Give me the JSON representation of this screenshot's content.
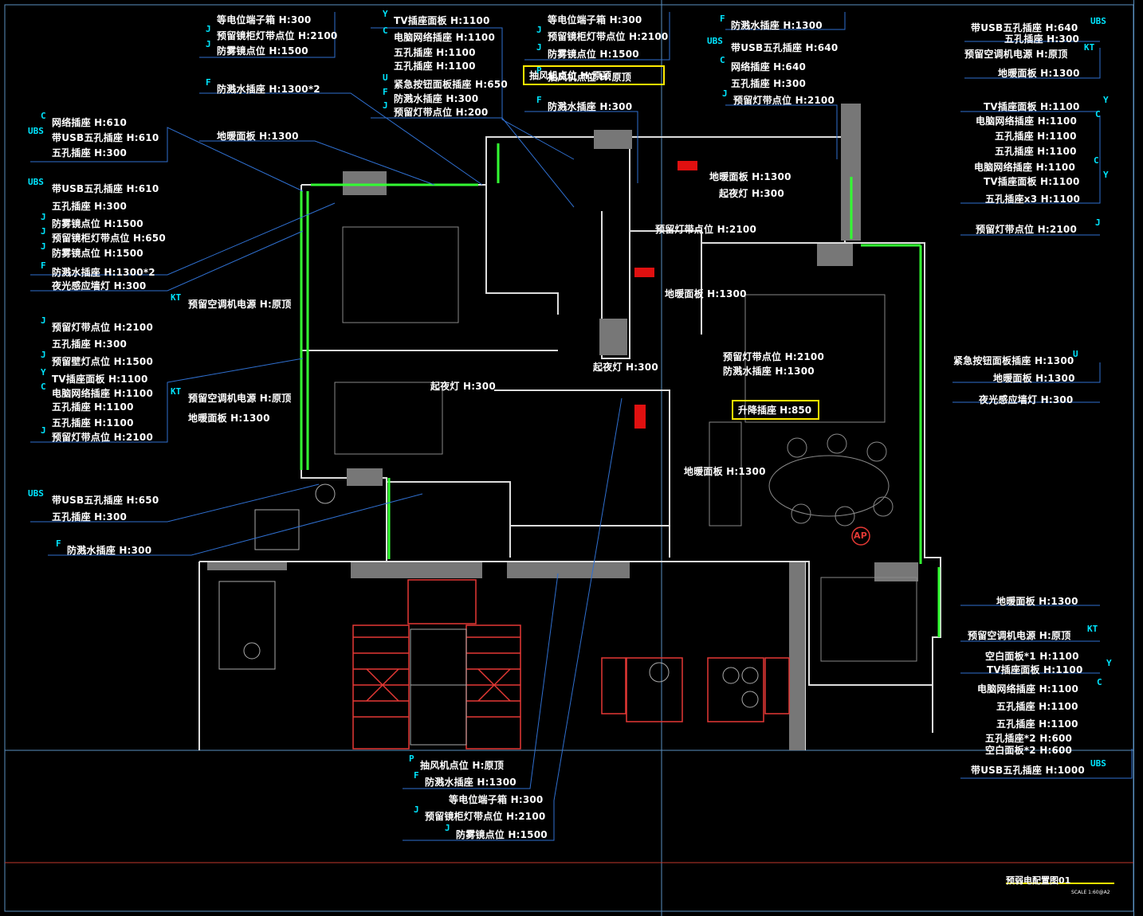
{
  "title": "预弱电配置图01",
  "scale": "SCALE 1:60@A2",
  "highlighted": [
    "抽风机点位 H:原顶",
    "升降插座 H:850"
  ],
  "ap_label": "AP",
  "labels_left": [
    {
      "sym": "",
      "text": "等电位端子箱 H:300"
    },
    {
      "sym": "J",
      "text": "预留镜柜灯带点位 H:2100"
    },
    {
      "sym": "J",
      "text": "防雾镜点位 H:1500"
    },
    {
      "sym": "F",
      "text": "防溅水插座 H:1300*2"
    },
    {
      "sym": "C",
      "text": "网络插座 H:610"
    },
    {
      "sym": "UBS",
      "text": "带USB五孔插座 H:610"
    },
    {
      "sym": "",
      "text": "五孔插座 H:300"
    },
    {
      "sym": "",
      "text": "地暖面板 H:1300"
    },
    {
      "sym": "UBS",
      "text": "带USB五孔插座 H:610"
    },
    {
      "sym": "",
      "text": "五孔插座 H:300"
    },
    {
      "sym": "J",
      "text": "防雾镜点位 H:1500"
    },
    {
      "sym": "J",
      "text": "预留镜柜灯带点位 H:650"
    },
    {
      "sym": "J",
      "text": "防雾镜点位 H:1500"
    },
    {
      "sym": "F",
      "text": "防溅水插座 H:1300*2"
    },
    {
      "sym": "",
      "text": "夜光感应墙灯 H:300"
    },
    {
      "sym": "KT",
      "text": "预留空调机电源 H:原顶"
    },
    {
      "sym": "J",
      "text": "预留灯带点位 H:2100"
    },
    {
      "sym": "",
      "text": "五孔插座 H:300"
    },
    {
      "sym": "J",
      "text": "预留壁灯点位 H:1500"
    },
    {
      "sym": "Y",
      "text": "TV插座面板 H:1100"
    },
    {
      "sym": "C",
      "text": "电脑网络插座 H:1100"
    },
    {
      "sym": "KT",
      "text": "预留空调机电源 H:原顶"
    },
    {
      "sym": "",
      "text": "五孔插座 H:1100"
    },
    {
      "sym": "",
      "text": "地暖面板 H:1300"
    },
    {
      "sym": "",
      "text": "五孔插座 H:1100"
    },
    {
      "sym": "J",
      "text": "预留灯带点位 H:2100"
    },
    {
      "sym": "UBS",
      "text": "带USB五孔插座 H:650"
    },
    {
      "sym": "",
      "text": "五孔插座 H:300"
    },
    {
      "sym": "F",
      "text": "防溅水插座 H:300"
    }
  ],
  "labels_top": [
    {
      "sym": "Y",
      "text": "TV插座面板 H:1100"
    },
    {
      "sym": "C",
      "text": "电脑网络插座 H:1100"
    },
    {
      "sym": "",
      "text": "五孔插座 H:1100"
    },
    {
      "sym": "",
      "text": "五孔插座 H:1100"
    },
    {
      "sym": "U",
      "text": "紧急按钮面板插座 H:650"
    },
    {
      "sym": "F",
      "text": "防溅水插座 H:300"
    },
    {
      "sym": "J",
      "text": "预留灯带点位 H:200"
    },
    {
      "sym": "",
      "text": "等电位端子箱 H:300"
    },
    {
      "sym": "J",
      "text": "预留镜柜灯带点位 H:2100"
    },
    {
      "sym": "J",
      "text": "防雾镜点位 H:1500"
    },
    {
      "sym": "P",
      "text": "抽风机点位 H:原顶"
    },
    {
      "sym": "F",
      "text": "防溅水插座 H:300"
    },
    {
      "sym": "F",
      "text": "防溅水插座 H:1300"
    },
    {
      "sym": "UBS",
      "text": "带USB五孔插座 H:640"
    },
    {
      "sym": "C",
      "text": "网络插座 H:640"
    },
    {
      "sym": "",
      "text": "五孔插座 H:300"
    },
    {
      "sym": "J",
      "text": "预留灯带点位 H:2100"
    }
  ],
  "labels_right": [
    {
      "sym": "UBS",
      "text": "带USB五孔插座 H:640"
    },
    {
      "sym": "",
      "text": "五孔插座 H:300"
    },
    {
      "sym": "KT",
      "text": "预留空调机电源 H:原顶"
    },
    {
      "sym": "",
      "text": "地暖面板 H:1300"
    },
    {
      "sym": "Y",
      "text": "TV插座面板 H:1100"
    },
    {
      "sym": "C",
      "text": "电脑网络插座 H:1100"
    },
    {
      "sym": "",
      "text": "五孔插座 H:1100"
    },
    {
      "sym": "",
      "text": "五孔插座 H:1100"
    },
    {
      "sym": "C",
      "text": "电脑网络插座 H:1100"
    },
    {
      "sym": "Y",
      "text": "TV插座面板 H:1100"
    },
    {
      "sym": "",
      "text": "五孔插座x3 H:1100"
    },
    {
      "sym": "J",
      "text": "预留灯带点位 H:2100"
    },
    {
      "sym": "U",
      "text": "紧急按钮面板插座 H:1300"
    },
    {
      "sym": "",
      "text": "地暖面板 H:1300"
    },
    {
      "sym": "",
      "text": "夜光感应墙灯 H:300"
    },
    {
      "sym": "",
      "text": "地暖面板 H:1300"
    },
    {
      "sym": "KT",
      "text": "预留空调机电源 H:原顶"
    },
    {
      "sym": "",
      "text": "空白面板*1 H:1100"
    },
    {
      "sym": "Y",
      "text": "TV插座面板 H:1100"
    },
    {
      "sym": "C",
      "text": "电脑网络插座 H:1100"
    },
    {
      "sym": "",
      "text": "五孔插座 H:1100"
    },
    {
      "sym": "",
      "text": "五孔插座 H:1100"
    },
    {
      "sym": "",
      "text": "五孔插座*2 H:600"
    },
    {
      "sym": "",
      "text": "空白面板*2 H:600"
    },
    {
      "sym": "UBS",
      "text": "带USB五孔插座 H:1000"
    }
  ],
  "labels_inner": [
    {
      "text": "预留灯带点位 H:2100"
    },
    {
      "text": "地暖面板 H:1300"
    },
    {
      "text": "起夜灯 H:300"
    },
    {
      "text": "地暖面板 H:1300"
    },
    {
      "text": "起夜灯 H:300"
    },
    {
      "text": "起夜灯 H:300"
    },
    {
      "text": "预留灯带点位 H:2100"
    },
    {
      "text": "防溅水插座 H:1300"
    },
    {
      "text": "地暖面板 H:1300"
    }
  ],
  "labels_bottom": [
    {
      "sym": "P",
      "text": "抽风机点位 H:原顶"
    },
    {
      "sym": "F",
      "text": "防溅水插座 H:1300"
    },
    {
      "sym": "",
      "text": "等电位端子箱 H:300"
    },
    {
      "sym": "J",
      "text": "预留镜柜灯带点位 H:2100"
    },
    {
      "sym": "J",
      "text": "防雾镜点位 H:1500"
    }
  ]
}
